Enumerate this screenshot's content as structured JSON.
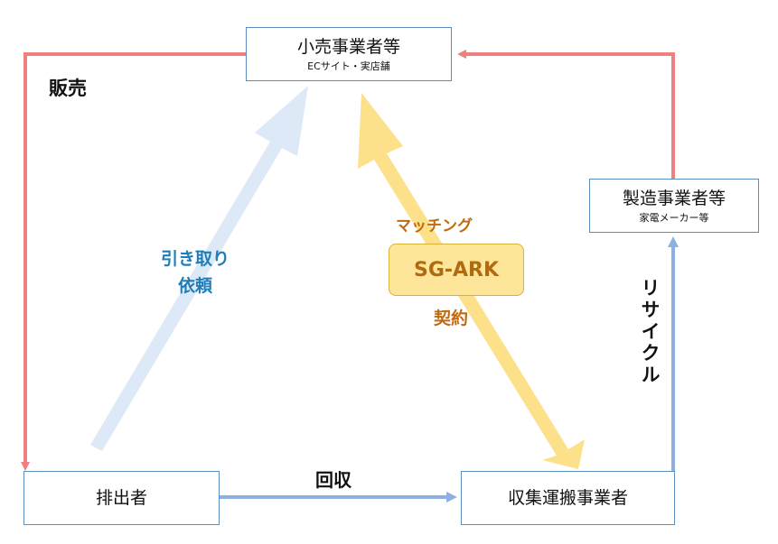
{
  "nodes": {
    "retailer": {
      "title": "小売事業者等",
      "sub": "ECサイト・実店舗"
    },
    "manufacturer": {
      "title": "製造事業者等",
      "sub": "家電メーカー等"
    },
    "discharger": {
      "title": "排出者"
    },
    "collector": {
      "title": "収集運搬事業者"
    },
    "center": {
      "title": "SG-ARK"
    }
  },
  "labels": {
    "sales": "販売",
    "pickup_line1": "引き取り",
    "pickup_line2": "依頼",
    "matching": "マッチング",
    "contract": "契約",
    "collection": "回収",
    "recycle": "リサイクル"
  },
  "colors": {
    "red_arrow": "#f08080",
    "blue_arrow": "#8eb0e0",
    "light_blue_arrow": "#dde9f6",
    "yellow_arrow": "#fde08a",
    "label_blue": "#1f7db8",
    "label_orange": "#c06a10"
  }
}
